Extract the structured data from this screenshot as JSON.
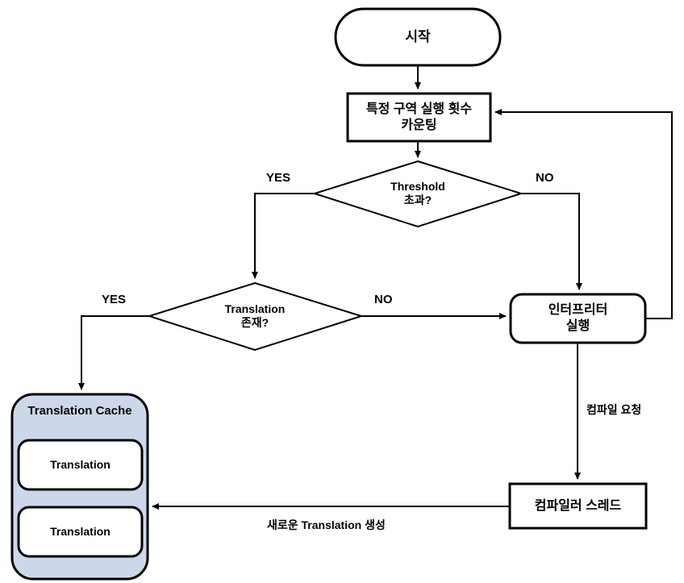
{
  "diagram": {
    "title": "JIT compilation flowchart",
    "colors": {
      "stroke": "#000000",
      "cache_fill": "#ccd8ea",
      "node_fill": "#ffffff",
      "text": "#000000"
    },
    "nodes": {
      "start": {
        "label": "시작",
        "shape": "stadium"
      },
      "count": {
        "label": "특정 구역 실행 횟수\n카운팅",
        "shape": "rect"
      },
      "threshold_decision": {
        "label": "Threshold\n초과?",
        "shape": "diamond"
      },
      "translation_decision": {
        "label": "Translation\n존재?",
        "shape": "diamond"
      },
      "interpreter": {
        "label": "인터프리터\n실행",
        "shape": "rounded-rect"
      },
      "compiler_thread": {
        "label": "컴파일러 스레드",
        "shape": "rect"
      },
      "translation_cache": {
        "label": "Translation Cache",
        "shape": "rounded-rect"
      },
      "translation_1": {
        "label": "Translation",
        "shape": "rounded-rect"
      },
      "translation_2": {
        "label": "Translation",
        "shape": "rounded-rect"
      }
    },
    "edge_labels": {
      "threshold_yes": "YES",
      "threshold_no": "NO",
      "translation_yes": "YES",
      "translation_no": "NO",
      "compile_request": "컴파일 요청",
      "new_translation": "새로운 Translation 생성"
    }
  }
}
